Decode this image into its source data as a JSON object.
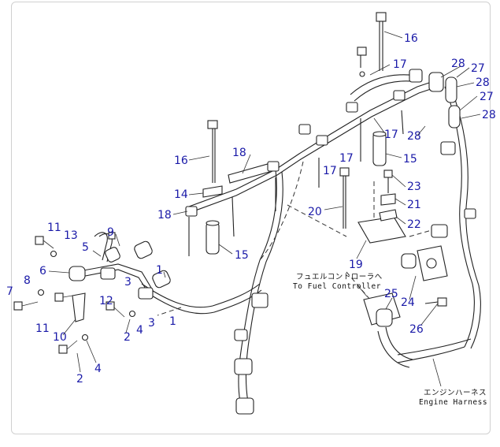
{
  "diagram": {
    "label_color": "#1a1aa8",
    "callouts": {
      "c1a": "1",
      "c1b": "1",
      "c2a": "2",
      "c2b": "2",
      "c3a": "3",
      "c3b": "3",
      "c4a": "4",
      "c4b": "4",
      "c5": "5",
      "c6": "6",
      "c7": "7",
      "c8": "8",
      "c9": "9",
      "c10": "10",
      "c11a": "11",
      "c11b": "11",
      "c12": "12",
      "c13": "13",
      "c14": "14",
      "c15a": "15",
      "c15b": "15",
      "c16a": "16",
      "c16b": "16",
      "c17a": "17",
      "c17b": "17",
      "c17c": "17",
      "c17d": "17",
      "c18a": "18",
      "c18b": "18",
      "c19": "19",
      "c20": "20",
      "c21": "21",
      "c22": "22",
      "c23": "23",
      "c24": "24",
      "c25": "25",
      "c26": "26",
      "c27a": "27",
      "c27b": "27",
      "c28a": "28",
      "c28b": "28",
      "c28c": "28",
      "c28d": "28"
    },
    "notes": {
      "fuel_jp": "フュエルコントローラへ",
      "fuel_en": "To Fuel Controller",
      "harness_jp": "エンジンハーネス",
      "harness_en": "Engine Harness"
    }
  }
}
